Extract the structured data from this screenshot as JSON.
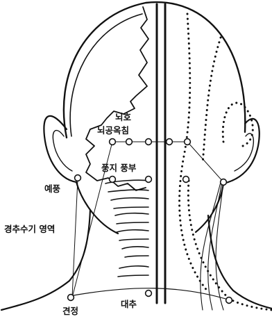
{
  "labels": {
    "naeho": "뇌호",
    "noegong_okchim": "뇌공옥침",
    "pungji_pungbu": "풍지 풍부",
    "yepung": "예풍",
    "cervical_area": "경추수기 영역",
    "gyeonjeong": "견정",
    "daechu": "대추"
  },
  "colors": {
    "ink": "#111111",
    "background": "#ffffff"
  }
}
